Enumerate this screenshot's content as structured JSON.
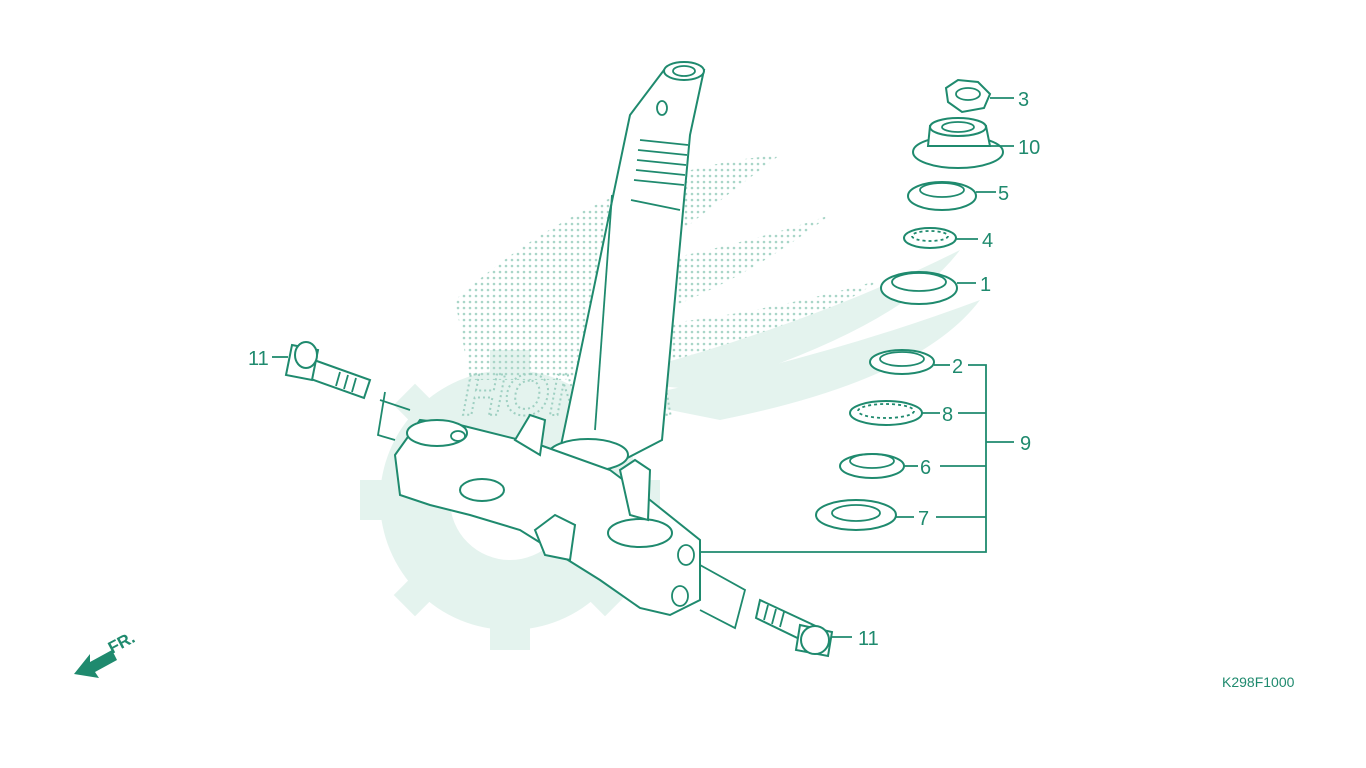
{
  "watermark": {
    "brand_text": "HONDA"
  },
  "callouts": {
    "c1": "1",
    "c2": "2",
    "c3": "3",
    "c4": "4",
    "c5": "5",
    "c6": "6",
    "c7": "7",
    "c8": "8",
    "c9": "9",
    "c10": "10",
    "c11_left": "11",
    "c11_right": "11"
  },
  "direction_marker": {
    "label": "FR."
  },
  "drawing_code": "K298F1000",
  "colors": {
    "line": "#1f8a6e",
    "watermark": "#cfe9e1"
  }
}
